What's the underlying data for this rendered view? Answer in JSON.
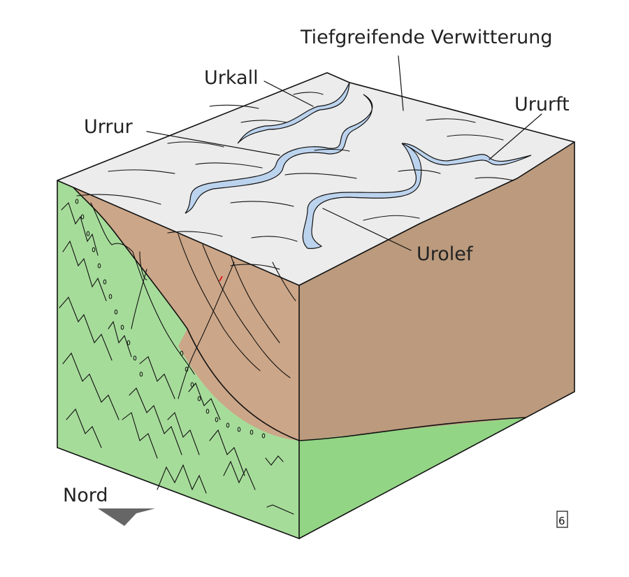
{
  "labels": {
    "weathering": "Tiefgreifende Verwitterung",
    "urkall": "Urkall",
    "urrur": "Urrur",
    "ururft": "Ururft",
    "urolef": "Urolef",
    "north": "Nord",
    "figure_number": "6"
  },
  "colors": {
    "top_surface": "#ececec",
    "river": "#bcd3ee",
    "brown_left": "#cca688",
    "brown_right": "#bb9a7d",
    "green_left": "#a6dc9a",
    "green_right": "#92d585",
    "outline": "#111111",
    "north_arrow": "#666666"
  }
}
